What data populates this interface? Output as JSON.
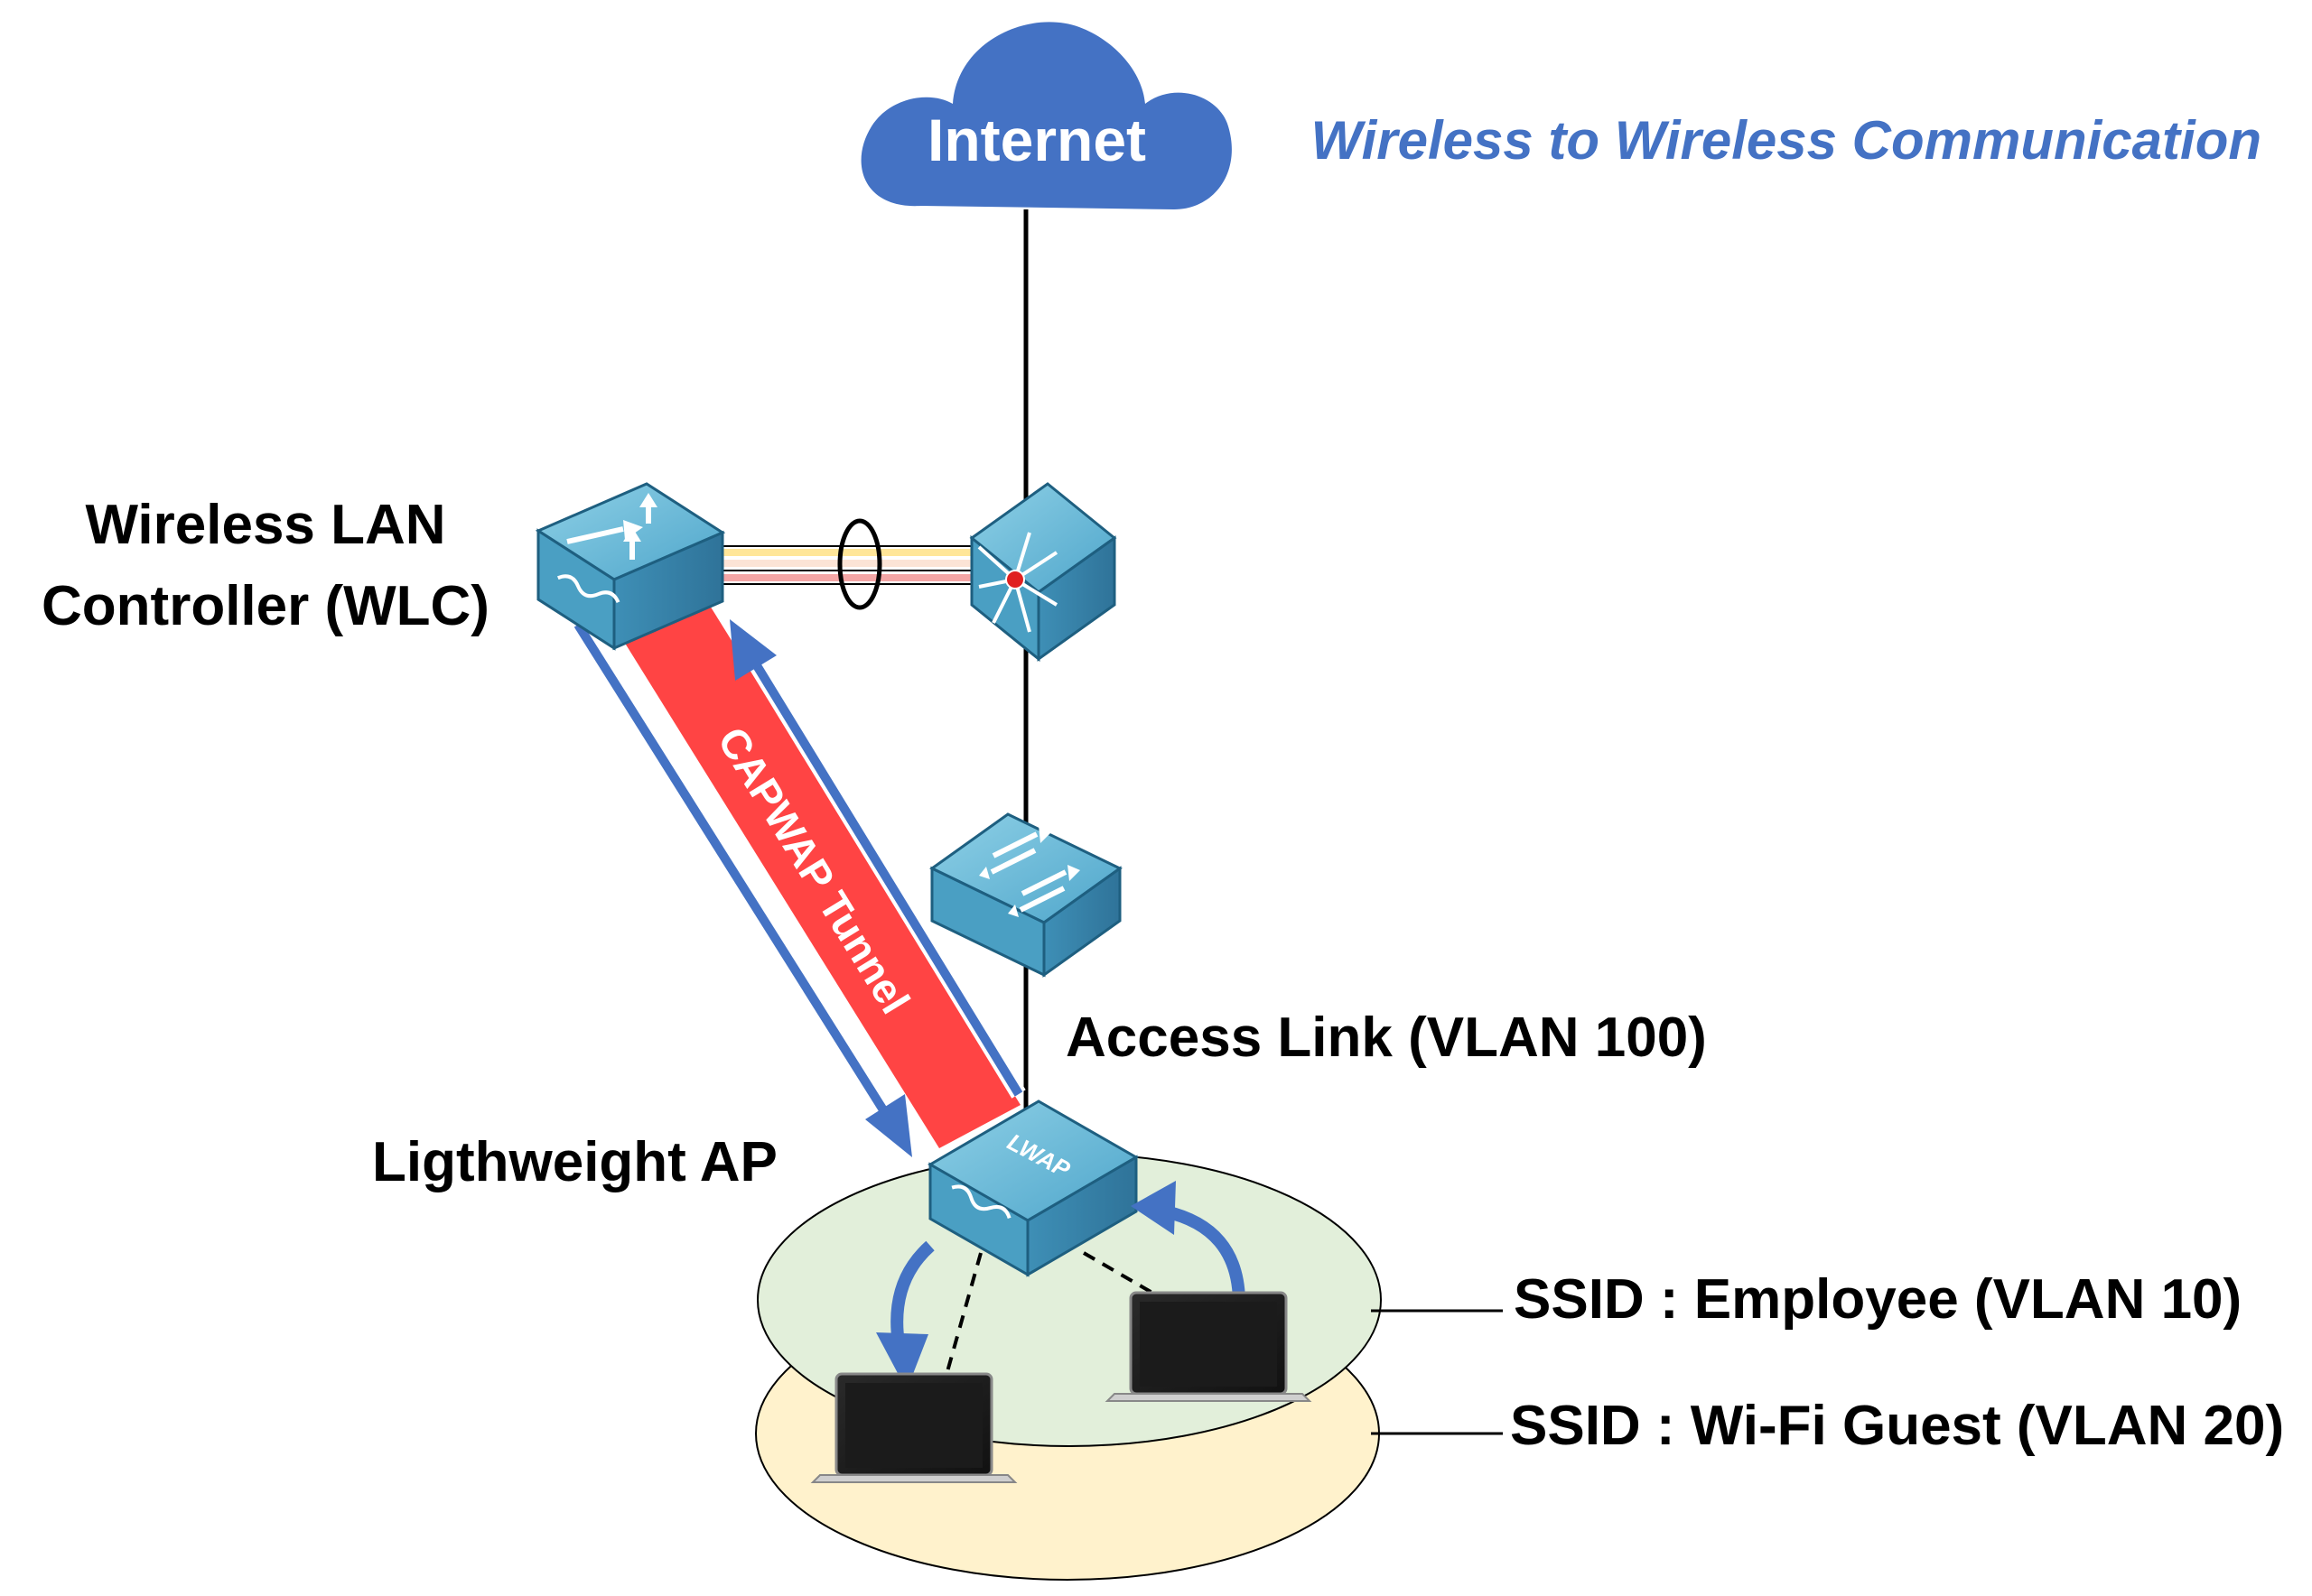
{
  "title": "Wireless to Wireless Communication",
  "cloud": {
    "label": "Internet"
  },
  "tunnel": {
    "label": "CAPWAP Tunnel"
  },
  "ap_badge": "LWAP",
  "labels": {
    "wlc_line1": "Wireless LAN",
    "wlc_line2": "Controller (WLC)",
    "access_link": "Access Link (VLAN 100)",
    "lightweight_ap": "Ligthweight AP",
    "ssid_employee": "SSID : Employee (VLAN 10)",
    "ssid_guest": "SSID : Wi-Fi Guest (VLAN 20)"
  },
  "colors": {
    "accent_blue": "#4472C4",
    "tunnel_red": "#FF4444",
    "device_teal": "#4A9FC3",
    "employee_area": "#E2EFDA",
    "guest_area": "#FFF2CC"
  },
  "icons": [
    "cloud-icon",
    "wlc-icon",
    "multilayer-switch-icon",
    "access-switch-icon",
    "access-point-icon",
    "laptop-icon"
  ]
}
